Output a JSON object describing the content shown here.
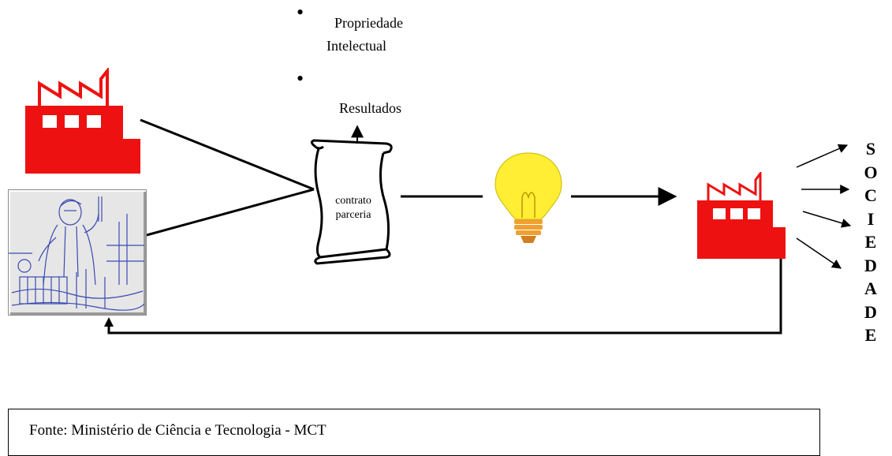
{
  "bullets": [
    {
      "line1": "Propriedade",
      "line2": "Intelectual"
    },
    {
      "line1": "Resultados",
      "line2": ""
    }
  ],
  "document": {
    "line1": "contrato",
    "line2": "parceria"
  },
  "vertical_word": [
    "S",
    "O",
    "C",
    "I",
    "E",
    "D",
    "A",
    "D",
    "E"
  ],
  "source": "Fonte: Ministério de Ciência e Tecnologia - MCT",
  "colors": {
    "factory": "#ee1111",
    "bulb": "#ffee33",
    "bulb_base": "#f0a030",
    "photo_ink": "#3b4bb0"
  },
  "icons": [
    "factory-icon",
    "scientist-illustration",
    "document-scroll-icon",
    "light-bulb-icon",
    "factory-icon"
  ]
}
